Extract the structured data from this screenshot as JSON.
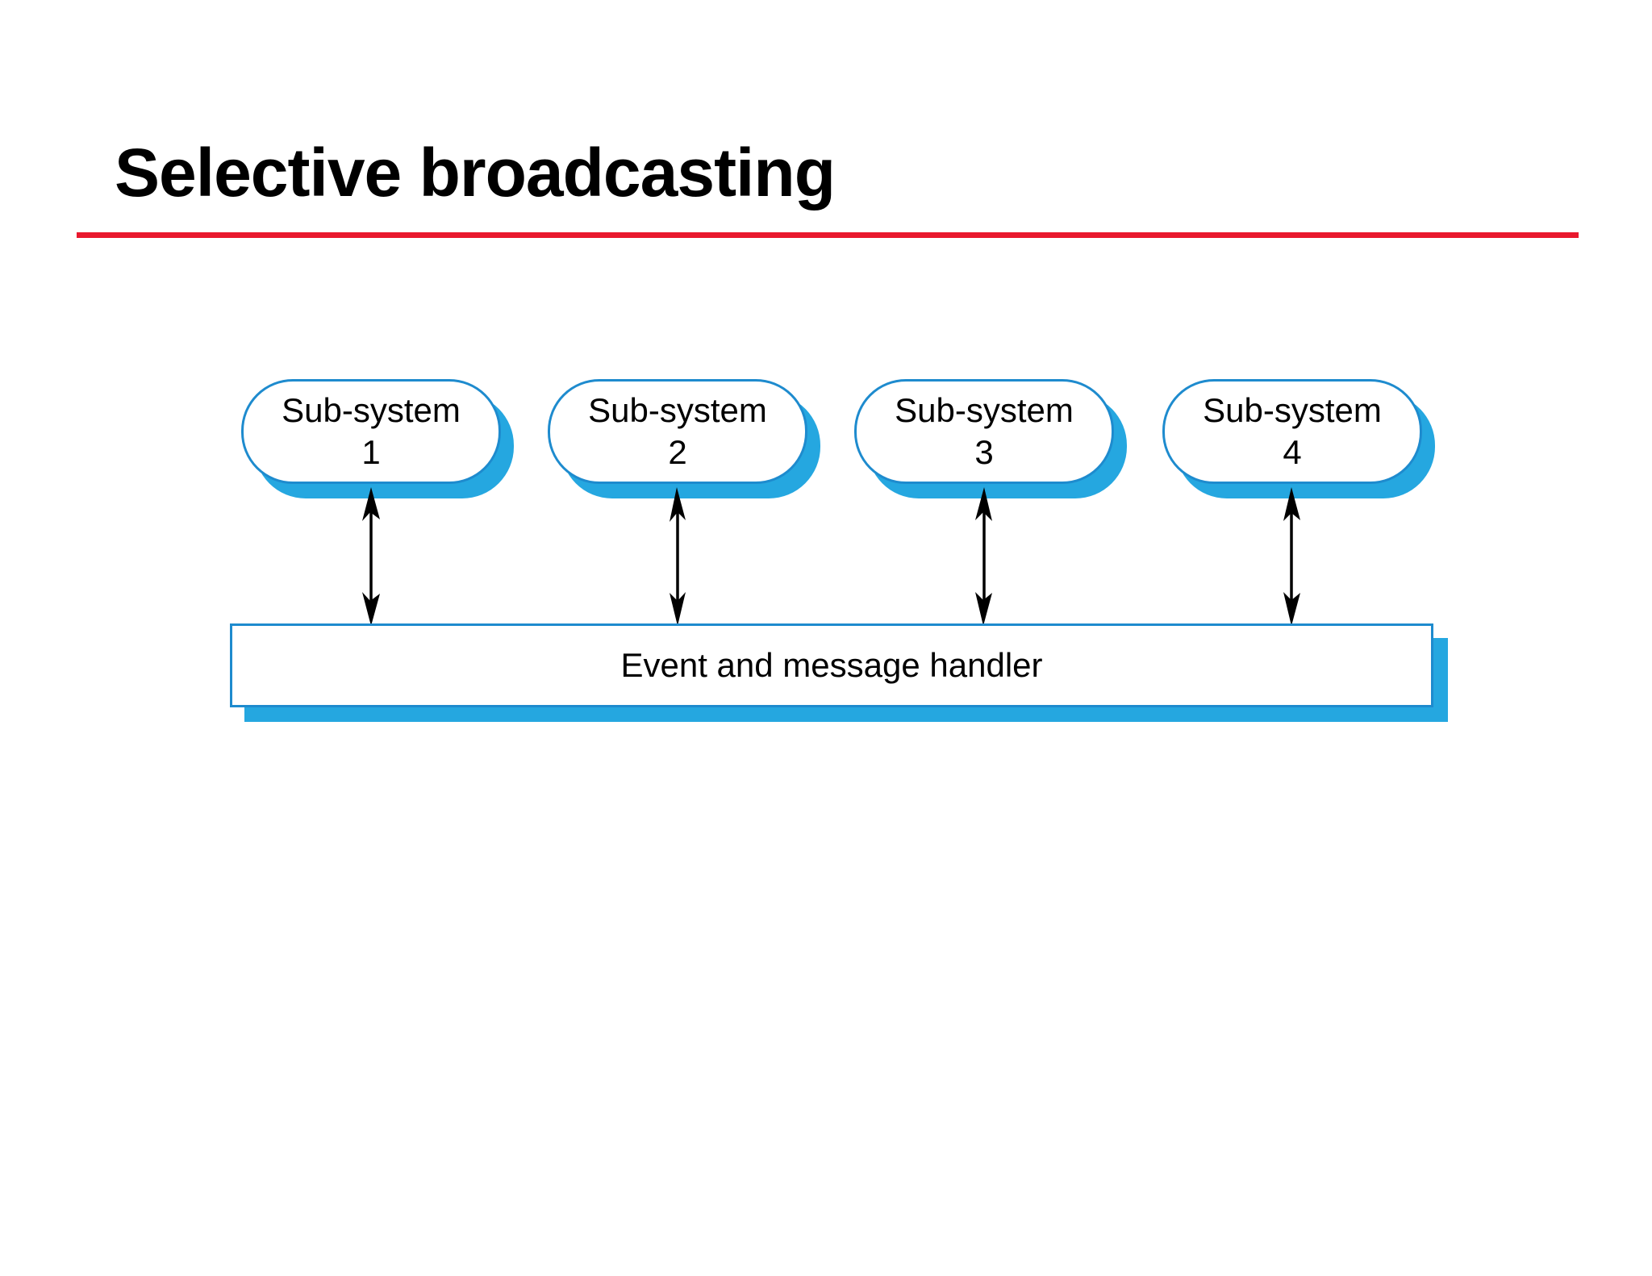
{
  "slide": {
    "title": "Selective broadcasting",
    "subsystems": [
      {
        "label": "Sub-system",
        "number": "1"
      },
      {
        "label": "Sub-system",
        "number": "2"
      },
      {
        "label": "Sub-system",
        "number": "3"
      },
      {
        "label": "Sub-system",
        "number": "4"
      }
    ],
    "handler": {
      "label": "Event and message handler"
    },
    "connectors": {
      "type": "bidirectional-vertical-arrow",
      "count": 4
    },
    "colors": {
      "background": "#FFFFFF",
      "title_text": "#000000",
      "accent_red_rule": "#E9192E",
      "shape_outline_blue": "#1E8BCE",
      "shape_shadow_cyan": "#25A7E0",
      "arrow_black": "#000000"
    }
  }
}
